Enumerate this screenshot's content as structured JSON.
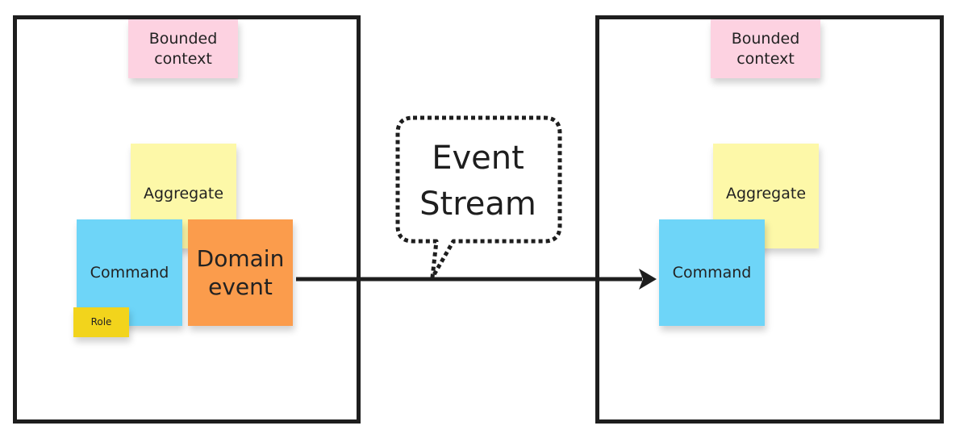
{
  "left_context": {
    "label": "Bounded\ncontext",
    "aggregate": "Aggregate",
    "command": "Command",
    "domain_event": "Domain\nevent",
    "role": "Role"
  },
  "right_context": {
    "label": "Bounded\ncontext",
    "aggregate": "Aggregate",
    "command": "Command"
  },
  "event_stream": "Event\nStream",
  "colors": {
    "frame": "#1e1e1e",
    "bounded_context_note": "#fdd2e1",
    "aggregate_note": "#fdf8a8",
    "command_note": "#6ed5f8",
    "domain_event_note": "#fb9c4c",
    "role_note": "#f2d41c"
  }
}
